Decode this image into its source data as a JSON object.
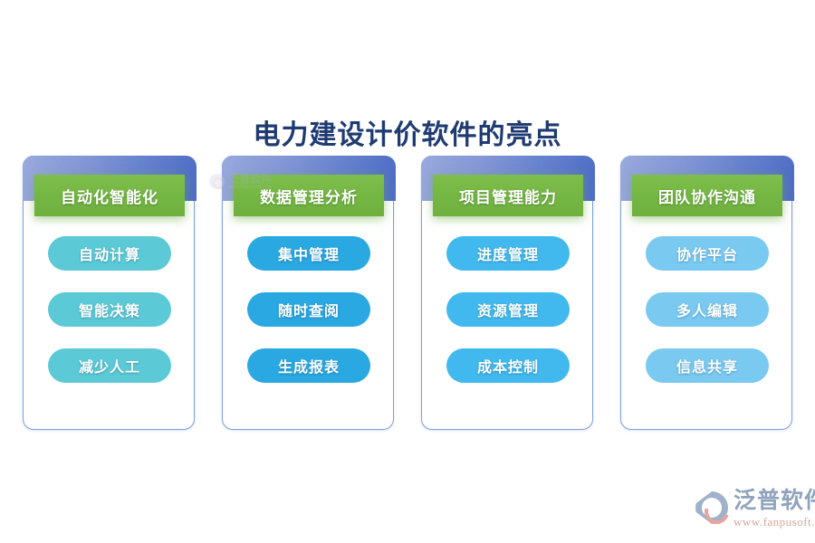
{
  "page": {
    "title": "电力建设计价软件的亮点",
    "background_color": "#ffffff",
    "title_color": "#1f3b72"
  },
  "columns": [
    {
      "header": "自动化智能化",
      "header_color": "#74b643",
      "accent_color": "#5cc9d6",
      "items": [
        "自动计算",
        "智能决策",
        "减少人工"
      ]
    },
    {
      "header": "数据管理分析",
      "header_color": "#74b643",
      "accent_color": "#2aa8e2",
      "items": [
        "集中管理",
        "随时查阅",
        "生成报表"
      ]
    },
    {
      "header": "项目管理能力",
      "header_color": "#74b643",
      "accent_color": "#41b9ee",
      "items": [
        "进度管理",
        "资源管理",
        "成本控制"
      ]
    },
    {
      "header": "团队协作沟通",
      "header_color": "#74b643",
      "accent_color": "#79c9f1",
      "items": [
        "协作平台",
        "多人编辑",
        "信息共享"
      ]
    }
  ],
  "watermark": {
    "name": "泛普软件",
    "url": "www.fanpusoft.com"
  },
  "brand": {
    "name": "泛普软件",
    "url": "www.fanpusoft.com"
  }
}
